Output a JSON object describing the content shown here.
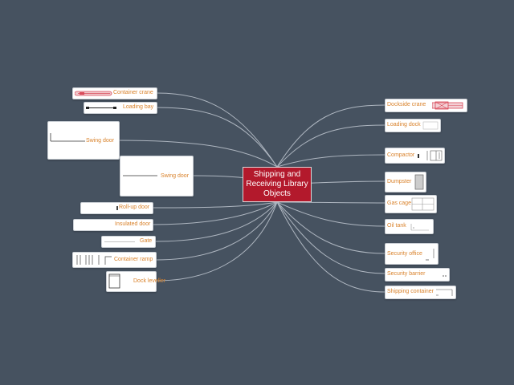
{
  "central_topic": {
    "line1": "Shipping and",
    "line2": "Receiving Library",
    "line3": "Objects"
  },
  "left_topics": [
    {
      "label": "Container crane",
      "icon": "container-crane-icon"
    },
    {
      "label": "Loading bay",
      "icon": "loading-bay-icon"
    },
    {
      "label": "Swing door",
      "icon": "swing-door-icon"
    },
    {
      "label": "Swing door",
      "icon": "swing-door-icon"
    },
    {
      "label": "Roll-up door",
      "icon": "roll-up-door-icon"
    },
    {
      "label": "Insulated door",
      "icon": "insulated-door-icon"
    },
    {
      "label": "Gate",
      "icon": "gate-icon"
    },
    {
      "label": "Container ramp",
      "icon": "container-ramp-icon"
    },
    {
      "label": "Dock leveller",
      "icon": "dock-leveller-icon"
    }
  ],
  "right_topics": [
    {
      "label": "Dockside crane",
      "icon": "dockside-crane-icon"
    },
    {
      "label": "Loading dock",
      "icon": "loading-dock-icon"
    },
    {
      "label": "Compactor",
      "icon": "compactor-icon"
    },
    {
      "label": "Dumpster",
      "icon": "dumpster-icon"
    },
    {
      "label": "Gas cage",
      "icon": "gas-cage-icon"
    },
    {
      "label": "Oil tank",
      "icon": "oil-tank-icon"
    },
    {
      "label": "Security office",
      "icon": "security-office-icon"
    },
    {
      "label": "Security barrier",
      "icon": "security-barrier-icon"
    },
    {
      "label": "Shipping container",
      "icon": "shipping-container-icon"
    }
  ],
  "colors": {
    "background": "#465260",
    "central_fill": "#b3192c",
    "topic_label": "#d9822b",
    "connector": "#aeb6c0",
    "crane_red": "#d94a5a"
  }
}
